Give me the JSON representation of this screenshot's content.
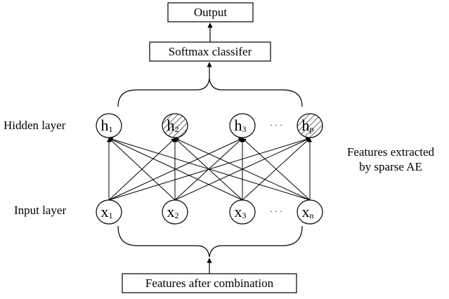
{
  "diagram": {
    "output_box": {
      "label": "Output"
    },
    "classifier_box": {
      "label": "Softmax classifer"
    },
    "input_box": {
      "label": "Features after combination"
    },
    "hidden_layer_label": "Hidden layer",
    "input_layer_label": "Input layer",
    "side_note": [
      "Features extracted",
      "by sparse AE"
    ],
    "hidden_nodes": [
      {
        "base": "h",
        "sub": "1",
        "hatched": false
      },
      {
        "base": "h",
        "sub": "2",
        "hatched": true
      },
      {
        "base": "h",
        "sub": "3",
        "hatched": false
      },
      {
        "base": "h",
        "sub": "p",
        "hatched": true
      }
    ],
    "input_nodes": [
      {
        "base": "x",
        "sub": "1"
      },
      {
        "base": "x",
        "sub": "2"
      },
      {
        "base": "x",
        "sub": "3"
      },
      {
        "base": "x",
        "sub": "n"
      }
    ],
    "ellipsis": "· · ·",
    "connectivity": "fully-connected"
  }
}
